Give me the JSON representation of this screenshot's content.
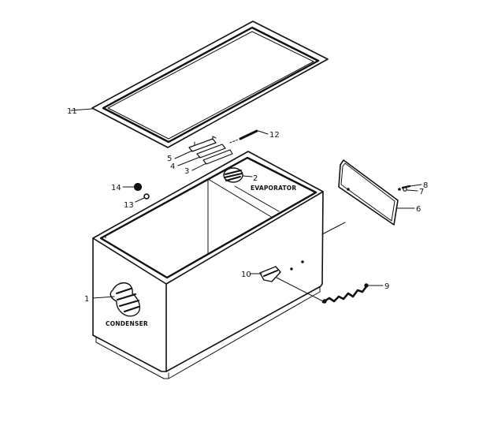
{
  "diagram": {
    "labels": {
      "n1_lid": "11",
      "n12": "12",
      "n5": "5",
      "n4": "4",
      "n3": "3",
      "n2": "2",
      "evaporator": "EVAPORATOR",
      "n14": "14",
      "n13": "13",
      "n8": "8",
      "n7": "7",
      "n6": "6",
      "n10": "10",
      "n9": "9",
      "n1_body": "1",
      "condenser": "CONDENSER"
    }
  }
}
